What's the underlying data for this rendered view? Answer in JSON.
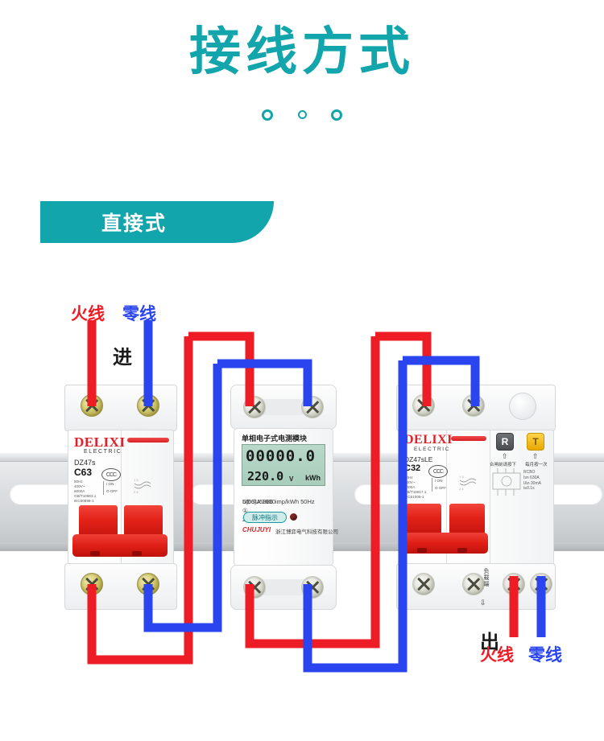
{
  "header": {
    "title": "接线方式",
    "accent_color": "#12a5ab",
    "dots": [
      "circle",
      "circle",
      "circle"
    ]
  },
  "ribbon": {
    "label": "直接式",
    "bg_color": "#12a5ab",
    "text_color": "#ffffff"
  },
  "diagram": {
    "labels": {
      "live_top": "火线",
      "neutral_top": "零线",
      "in": "进",
      "out": "出",
      "live_bottom": "火线",
      "neutral_bottom": "零线"
    },
    "colors": {
      "live_wire": "#ee1c25",
      "neutral_wire": "#2a45f0",
      "black_text": "#1a1a1a"
    }
  },
  "breaker_left": {
    "brand": "DELIXI",
    "brand_sub": "ELECTRIC",
    "model": "DZ47s",
    "rating": "C63",
    "cert": "CCC",
    "specs": "50Hz\n400V~\n6000A\nGB/T10963.1\nIEC60898-1",
    "on_label": "I ON",
    "off_label": "O OFF"
  },
  "meter": {
    "title": "单相电子式电测模块",
    "lcd_main": "00000.0",
    "lcd_sub": "220.0",
    "lcd_sub_unit": "V",
    "lcd_unit": "kWh",
    "model": "DDSU5886",
    "phase_symbol": "①",
    "voltage": "220VAC",
    "specs_line": "5(60)A  1600imp/kWh 50Hz",
    "pulse_label": "脉冲指示",
    "mfr_brand": "CHUJUYI",
    "mfr_name": "浙江博弈电气科技有限公司"
  },
  "rcbo": {
    "brand": "DELIXI",
    "brand_sub": "ELECTRIC",
    "model": "DZ47sLE",
    "rating": "C32",
    "cert": "CCC",
    "specs": "50Hz\n230V~\n6000A\nGB/T16917.1\nIEC61009-1",
    "on_label": "I ON",
    "off_label": "O OFF",
    "reset_button": "R",
    "test_button": "T",
    "reset_note": "合闸前请按下",
    "test_note": "每月按一次",
    "rcbo_spec": "RCBO\nIsn 630A\nIΔn 30mA\nt≤0.1s",
    "load_tag": "负载端",
    "load_arrow": "⇩"
  }
}
